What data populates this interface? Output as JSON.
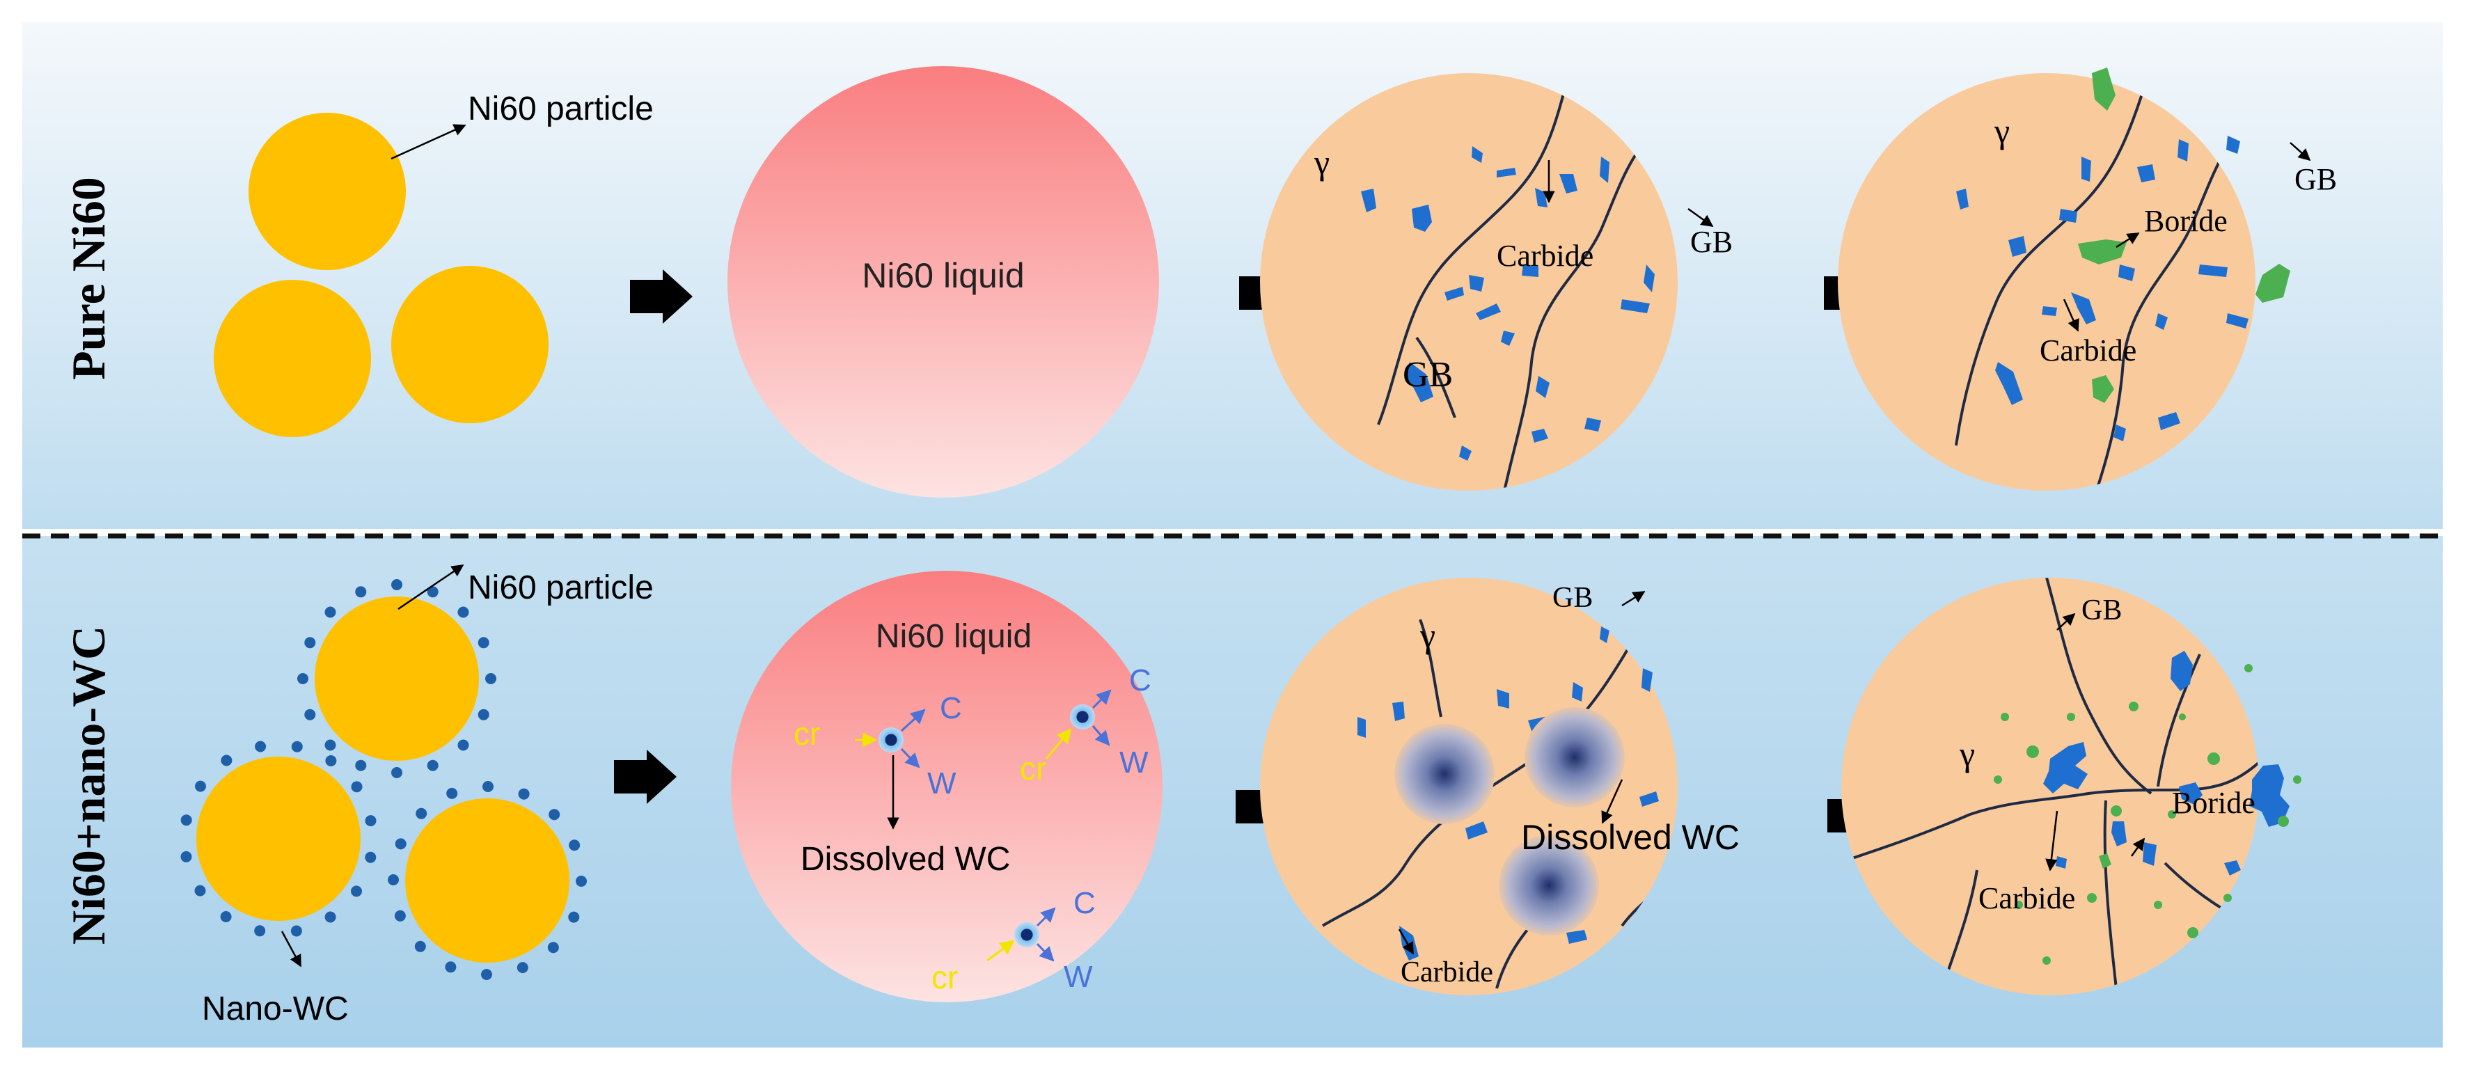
{
  "rows": [
    {
      "title": "Pure Ni60",
      "particle_label": "Ni60 particle",
      "liquid_label": "Ni60 liquid",
      "solid1": {
        "phase": "γ",
        "labels": [
          "Carbide",
          "GB",
          "GB"
        ]
      },
      "solid2": {
        "phase": "γ",
        "labels": [
          "GB",
          "Boride",
          "Carbide"
        ]
      }
    },
    {
      "title": "Ni60+nano-WC",
      "particle_label": "Ni60 particle",
      "nano_label": "Nano-WC",
      "liquid_label": "Ni60 liquid",
      "liquid_items": {
        "cr": "cr",
        "c": "C",
        "w": "W",
        "dissolved": "Dissolved WC"
      },
      "solid1": {
        "phase": "γ",
        "labels": [
          "GB",
          "Dissolved WC",
          "Carbide"
        ]
      },
      "solid2": {
        "phase": "γ",
        "labels": [
          "GB",
          "Boride",
          "Carbide"
        ]
      }
    }
  ],
  "icons": {
    "arrow": "right-arrow-icon"
  },
  "colors": {
    "particle": "#FFC000",
    "nano_wc": "#1F5FA8",
    "solid": "#F9CB9C",
    "carbide": "#1F6FD0",
    "boride": "#4CAF50",
    "grain_boundary": "#1F2A44",
    "label_yellow": "#F2E600",
    "label_blue": "#4A72D8"
  }
}
